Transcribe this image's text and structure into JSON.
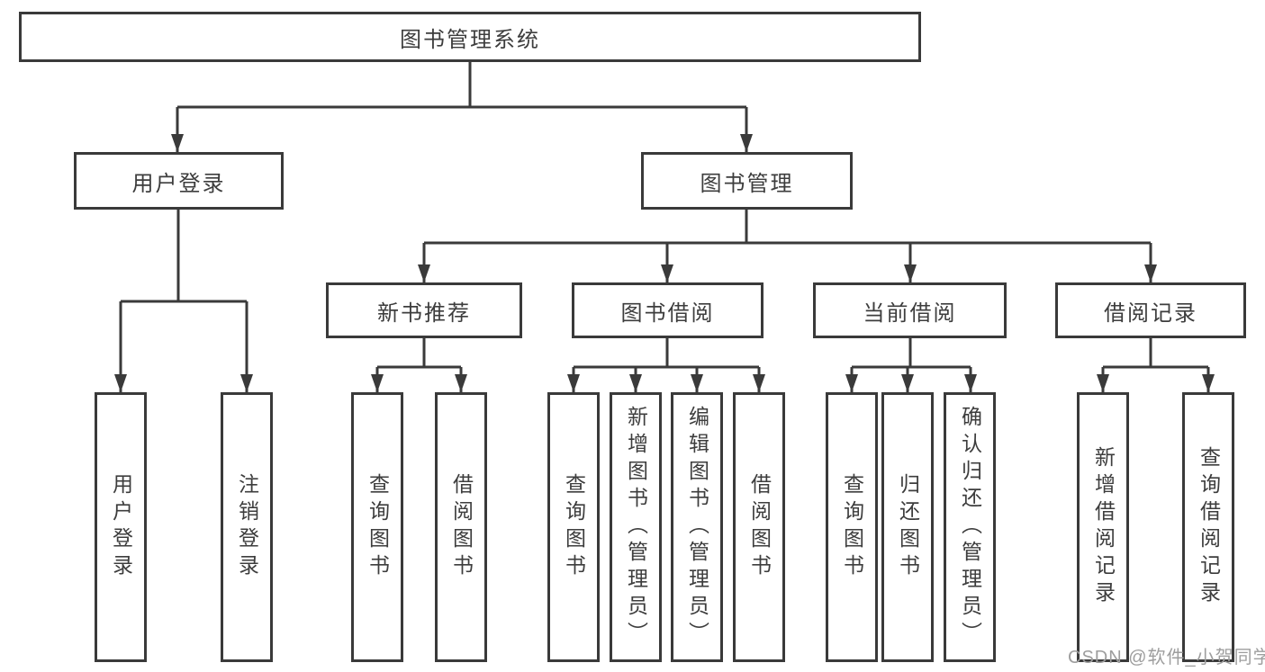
{
  "diagram": {
    "title_node": {
      "label": "图书管理系统"
    },
    "level2": [
      {
        "id": "user-login",
        "label": "用户登录"
      },
      {
        "id": "book-management",
        "label": "图书管理"
      }
    ],
    "level3": [
      {
        "id": "new-book-recommend",
        "label": "新书推荐"
      },
      {
        "id": "book-borrow",
        "label": "图书借阅"
      },
      {
        "id": "current-borrow",
        "label": "当前借阅"
      },
      {
        "id": "borrow-records",
        "label": "借阅记录"
      }
    ],
    "leaves": [
      {
        "id": "user-login",
        "parent": "用户登录",
        "label": "用户登录"
      },
      {
        "id": "logout",
        "parent": "用户登录",
        "label": "注销登录"
      },
      {
        "id": "query-books-recommend",
        "parent": "新书推荐",
        "label": "查询图书"
      },
      {
        "id": "borrow-books-recommend",
        "parent": "新书推荐",
        "label": "借阅图书"
      },
      {
        "id": "query-books-borrow",
        "parent": "图书借阅",
        "label": "查询图书"
      },
      {
        "id": "add-book-admin",
        "parent": "图书借阅",
        "label": "新增图书（管理员）"
      },
      {
        "id": "edit-book-admin",
        "parent": "图书借阅",
        "label": "编辑图书（管理员）"
      },
      {
        "id": "borrow-books-borrow",
        "parent": "图书借阅",
        "label": "借阅图书"
      },
      {
        "id": "query-books-current",
        "parent": "当前借阅",
        "label": "查询图书"
      },
      {
        "id": "return-book",
        "parent": "当前借阅",
        "label": "归还图书"
      },
      {
        "id": "confirm-return-admin",
        "parent": "当前借阅",
        "label": "确认归还（管理员）"
      },
      {
        "id": "add-borrow-record",
        "parent": "借阅记录",
        "label": "新增借阅记录"
      },
      {
        "id": "query-borrow-record",
        "parent": "借阅记录",
        "label": "查询借阅记录"
      }
    ],
    "colors": {
      "line": "#3a3a3a",
      "text": "#3d3d3d",
      "background": "#ffffff"
    }
  },
  "watermark": {
    "text": "CSDN @软件_小贺同学",
    "color": "#9e9e9e"
  }
}
